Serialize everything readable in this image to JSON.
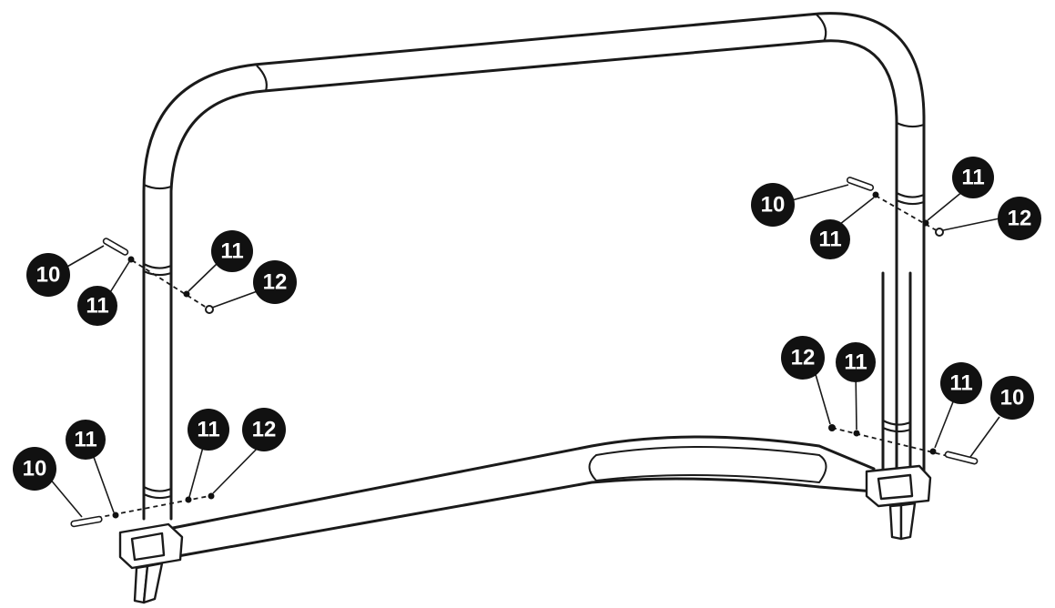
{
  "labels": {
    "p10": "10",
    "p11": "11",
    "p12": "12"
  },
  "colors": {
    "line": "#1a1a1a",
    "badge": "#111111",
    "badge_text": "#ffffff",
    "background": "#ffffff"
  }
}
